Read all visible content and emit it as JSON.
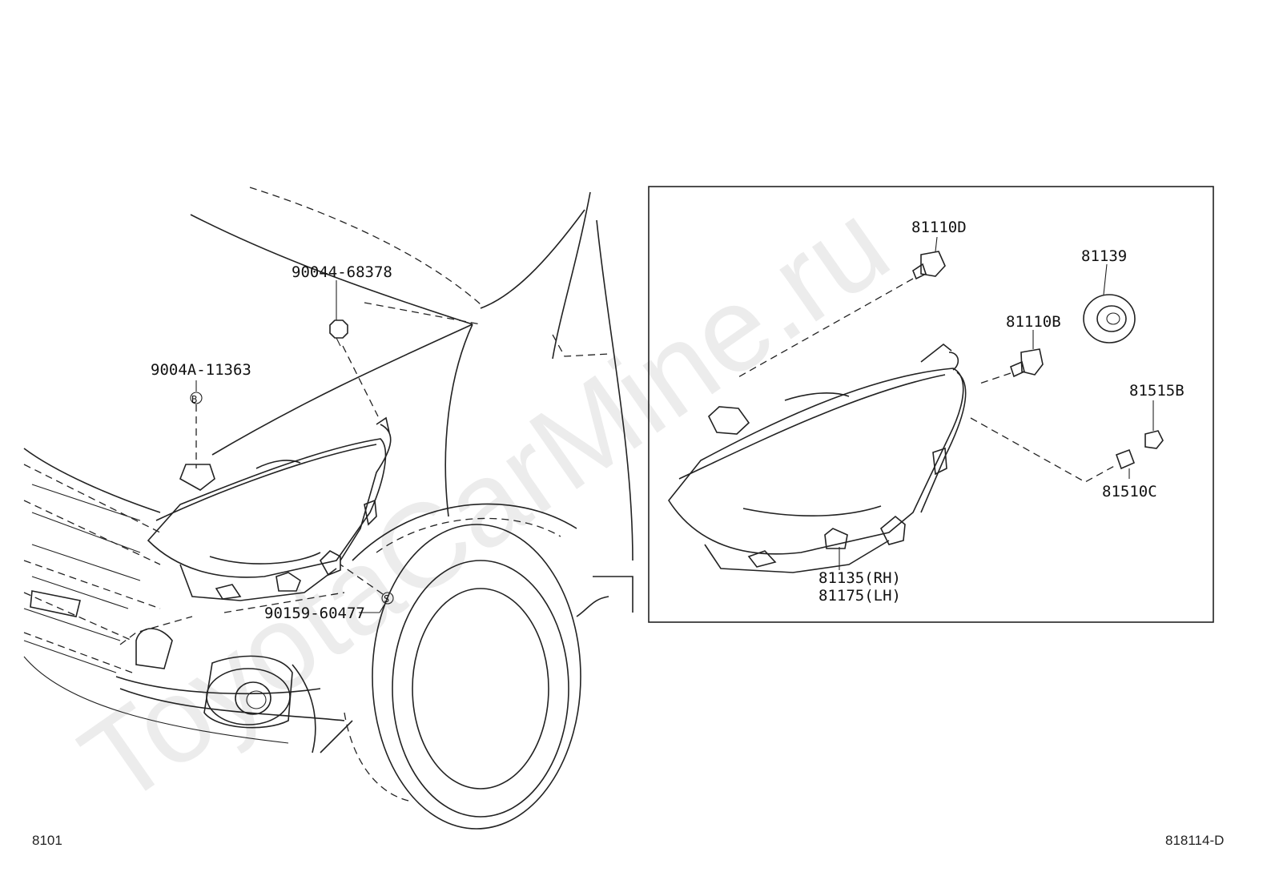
{
  "watermark": "ToyotaCarMine.ru",
  "sheet": {
    "left_code": "8101",
    "right_code": "818114-D"
  },
  "parts": {
    "screw": "90044-68378",
    "bolt": "9004A-11363",
    "bolt_symbol": "B",
    "nut": "90159-60477",
    "nut_symbol": "S",
    "bulb_d": "81110D",
    "bulb_b": "81110B",
    "cover": "81139",
    "socket": "81515B",
    "bulb_c": "81510C",
    "lamp_rh": "81135(RH)",
    "lamp_lh": "81175(LH)"
  }
}
